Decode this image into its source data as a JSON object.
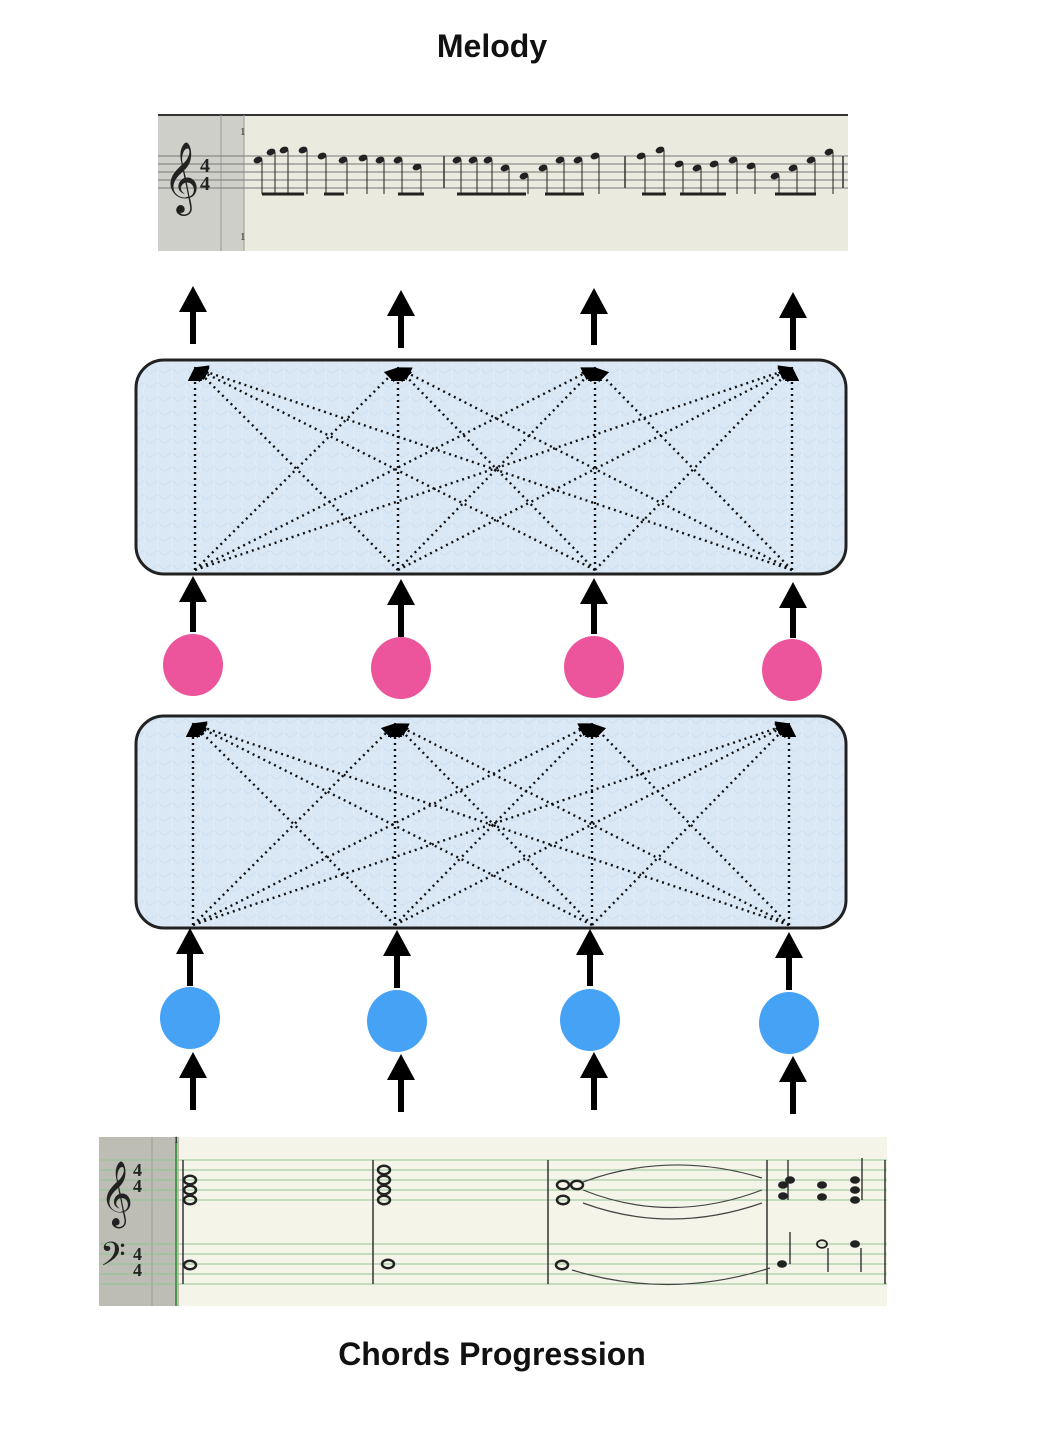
{
  "diagram": {
    "top_label": "Melody",
    "bottom_label": "Chords Progression",
    "melody_score": {
      "clef": "treble-clef-icon",
      "time_signature": [
        "4",
        "4"
      ],
      "measure_number": "1"
    },
    "chord_score": {
      "clefs": [
        "treble-clef-icon",
        "bass-clef-icon"
      ],
      "time_signature": [
        "4",
        "4"
      ],
      "measure_number": "1"
    },
    "layers": [
      {
        "name": "upper-attention-block",
        "color": "#dce9f5",
        "connectivity": "all-to-all"
      },
      {
        "name": "lower-attention-block",
        "color": "#dce9f5",
        "connectivity": "all-to-all"
      }
    ],
    "token_rows": [
      {
        "name": "melody-token",
        "color": "#ec559c",
        "count": 4
      },
      {
        "name": "chord-token",
        "color": "#45a2f5",
        "count": 4
      }
    ],
    "arrow_color": "#000000"
  }
}
